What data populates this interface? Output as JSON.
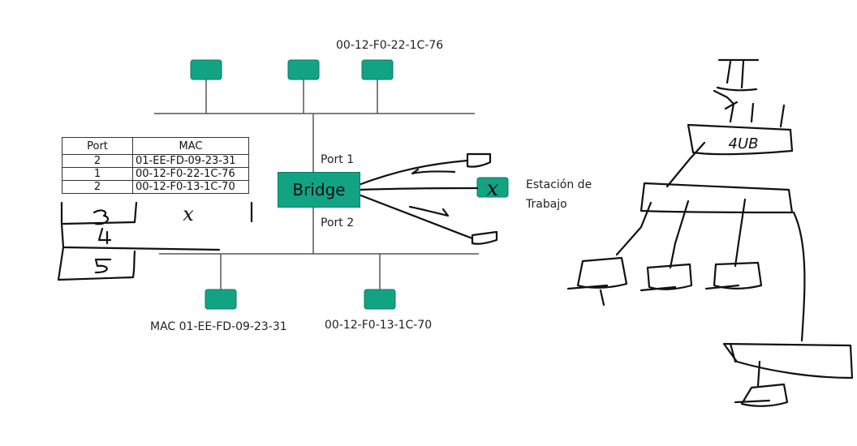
{
  "colors": {
    "device": "#12a384",
    "line": "#555555",
    "ink": "#111111"
  },
  "labels": {
    "top_mac": "00-12-F0-22-1C-76",
    "port1": "Port 1",
    "port2": "Port 2",
    "bridge": "Bridge",
    "station_line1": "Estación de",
    "station_line2": "Trabajo",
    "station_mark": "x",
    "bottom_left_mac": "MAC 01-EE-FD-09-23-31",
    "bottom_right_mac": "00-12-F0-13-1C-70",
    "hub_label": "4UB"
  },
  "table": {
    "headers": {
      "port": "Port",
      "mac": "MAC"
    },
    "rows": [
      {
        "port": "2",
        "mac": "01-EE-FD-09-23-31"
      },
      {
        "port": "1",
        "mac": "00-12-F0-22-1C-76"
      },
      {
        "port": "2",
        "mac": "00-12-F0-13-1C-70"
      }
    ],
    "handwritten_rows": [
      {
        "port": "3",
        "mac": "x"
      },
      {
        "port": "4",
        "mac": ""
      },
      {
        "port": "5",
        "mac": ""
      }
    ]
  }
}
